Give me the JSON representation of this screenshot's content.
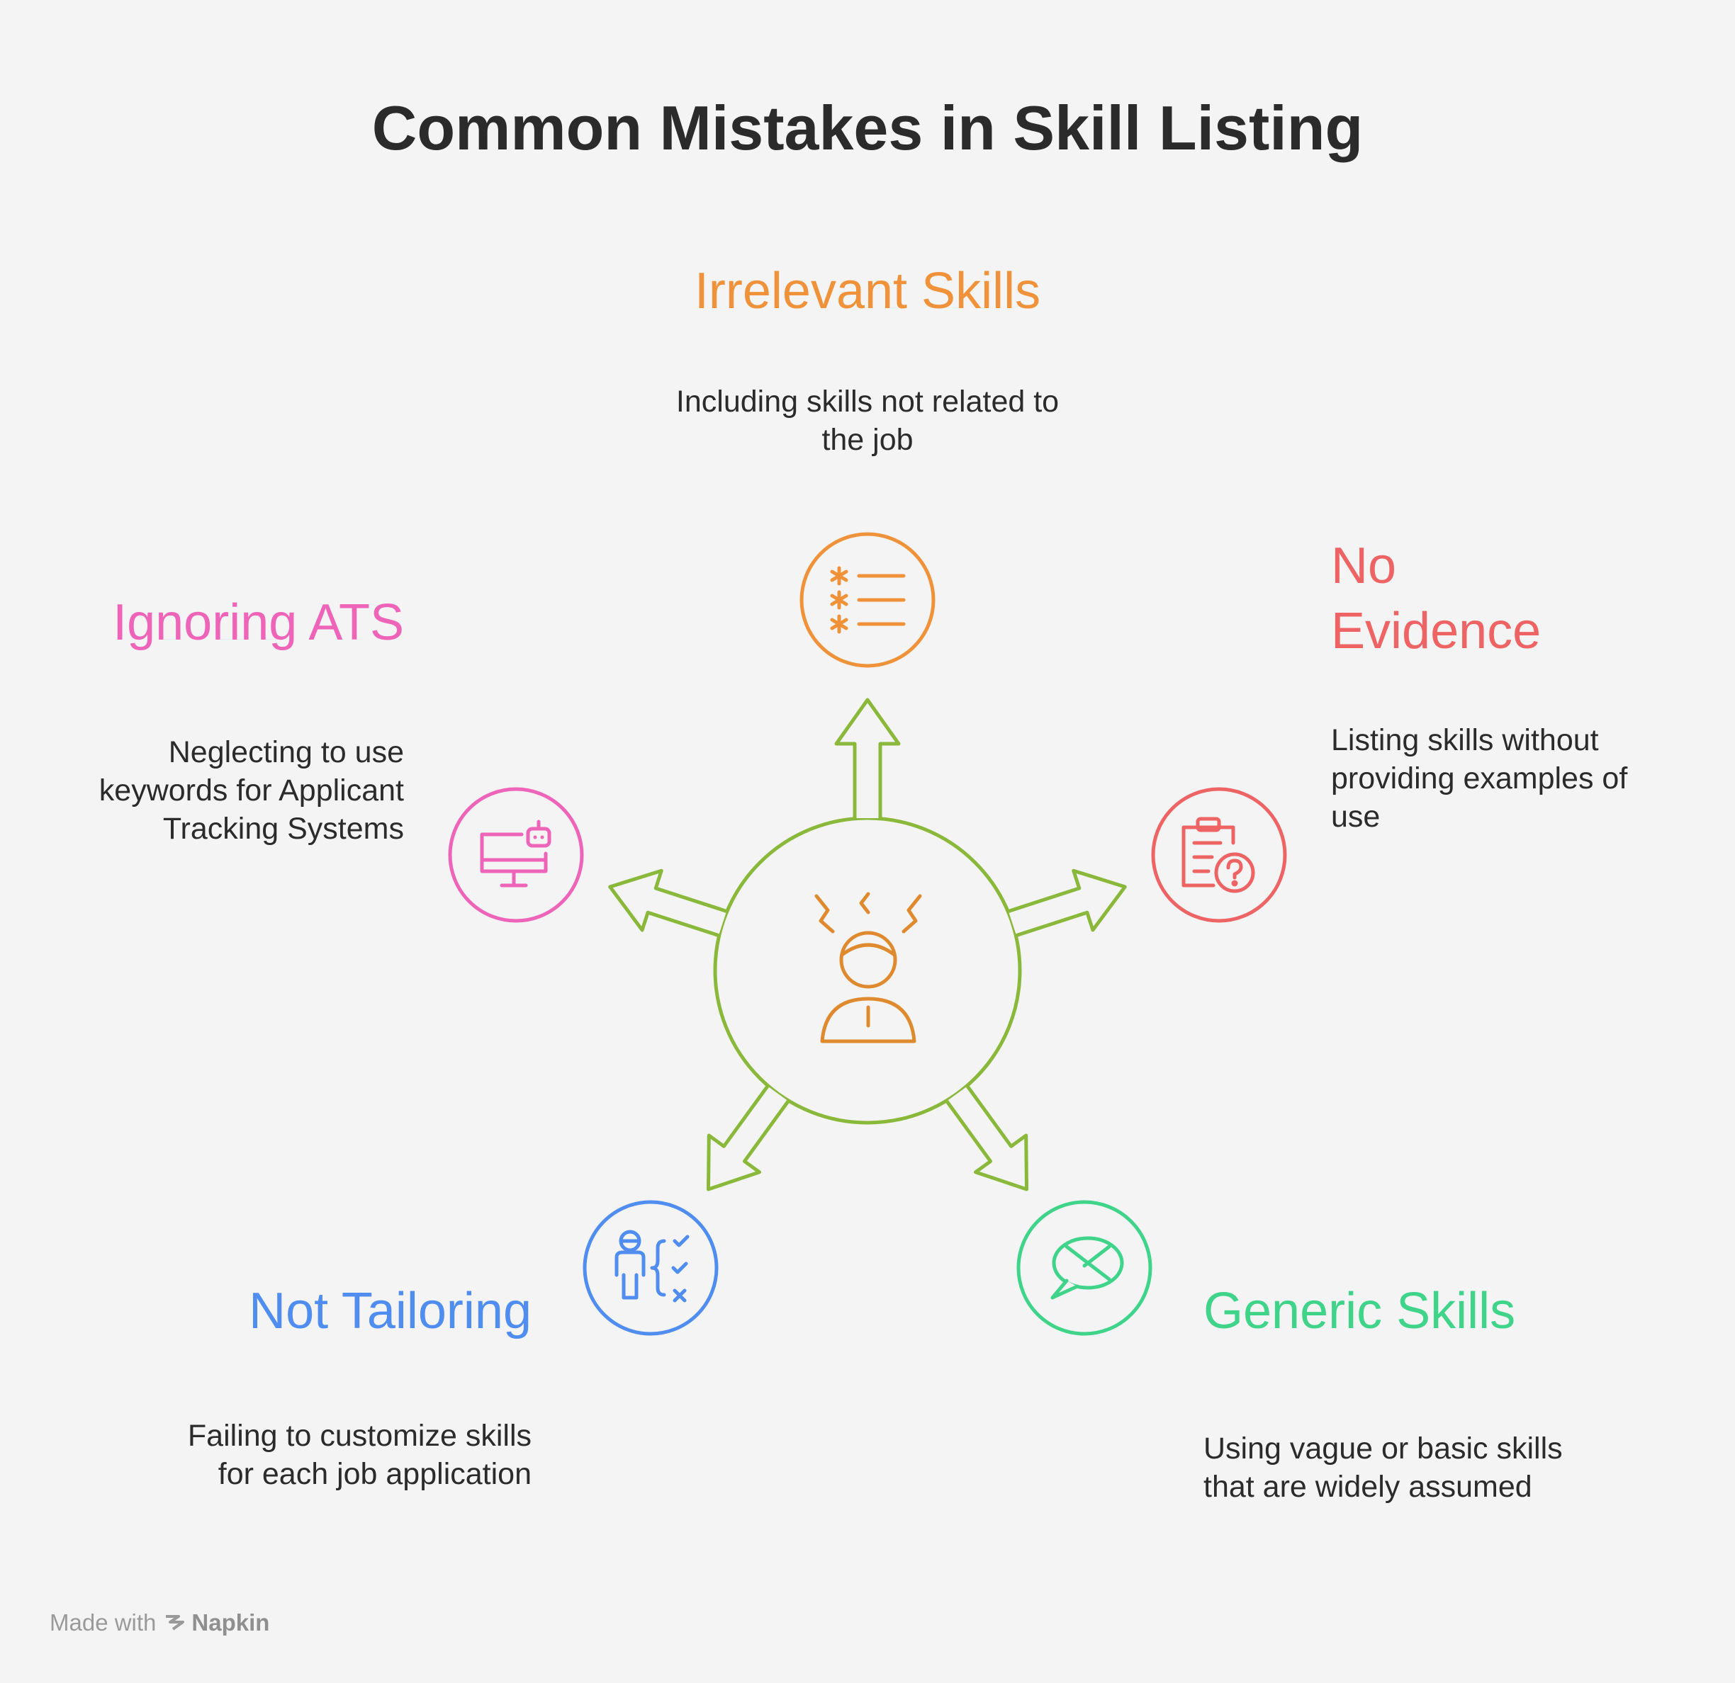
{
  "title": "Common Mistakes in Skill Listing",
  "items": [
    {
      "id": "irrelevant",
      "title": "Irrelevant Skills",
      "title_lines": [
        "Irrelevant Skills"
      ],
      "description": "Including skills not related to the job",
      "desc_lines": [
        "Including skills not related to",
        "the job"
      ],
      "color": "#f0923a",
      "icon": "asterisk-list-icon"
    },
    {
      "id": "no-evidence",
      "title": "No Evidence",
      "title_lines": [
        "No",
        "Evidence"
      ],
      "description": "Listing skills without providing examples of use",
      "desc_lines": [
        "Listing skills without",
        "providing examples of",
        "use"
      ],
      "color": "#ee6363",
      "icon": "clipboard-question-icon"
    },
    {
      "id": "generic",
      "title": "Generic Skills",
      "title_lines": [
        "Generic Skills"
      ],
      "description": "Using vague or basic skills that are widely assumed",
      "desc_lines": [
        "Using vague or basic skills",
        "that are widely assumed"
      ],
      "color": "#3fd48a",
      "icon": "chat-cancel-icon"
    },
    {
      "id": "not-tailoring",
      "title": "Not Tailoring",
      "title_lines": [
        "Not Tailoring"
      ],
      "description": "Failing to customize skills for each job application",
      "desc_lines": [
        "Failing to customize skills",
        "for each job application"
      ],
      "color": "#4f8df0",
      "icon": "person-checklist-icon"
    },
    {
      "id": "ignoring-ats",
      "title": "Ignoring ATS",
      "title_lines": [
        "Ignoring ATS"
      ],
      "description": "Neglecting to use keywords for Applicant Tracking Systems",
      "desc_lines": [
        "Neglecting to use",
        "keywords for Applicant",
        "Tracking Systems"
      ],
      "color": "#ee64b8",
      "icon": "computer-bot-icon"
    }
  ],
  "center": {
    "icon": "frustrated-person-icon",
    "color": "#8ab83a",
    "person_color": "#e08a30"
  },
  "footer": {
    "made_with": "Made with",
    "brand": "Napkin"
  }
}
